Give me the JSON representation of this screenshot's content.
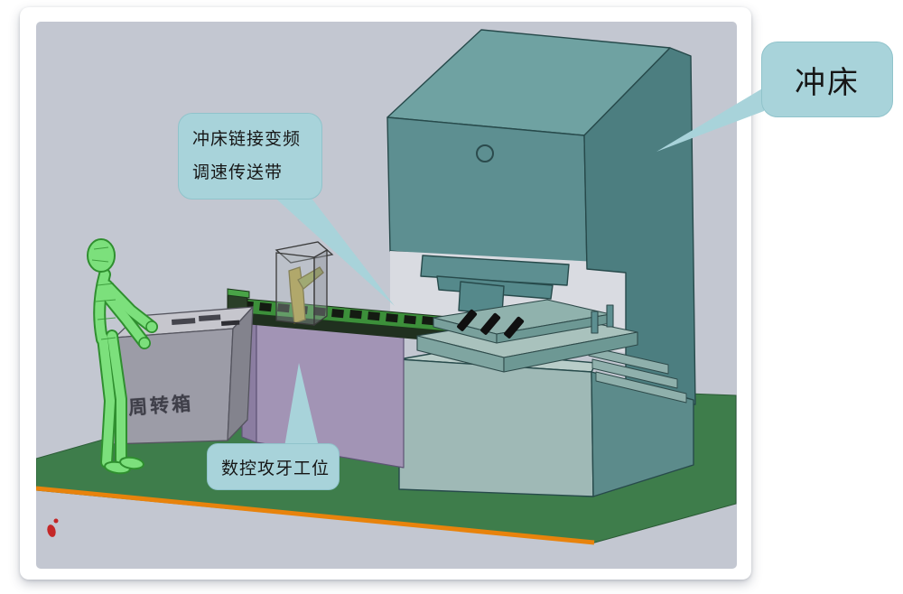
{
  "callouts": {
    "conveyor": {
      "line1": "冲床链接变频",
      "line2": "调速传送带"
    },
    "tapping": {
      "text": "数控攻牙工位"
    },
    "press": {
      "text": "冲床"
    }
  },
  "scene": {
    "turnover_box_label": "周转箱"
  },
  "colors": {
    "callout_bg": "#a8d3da",
    "viewport_gray": "#c3c7d1",
    "machine_teal_front": "#5d8f91",
    "machine_teal_side": "#4c7e80",
    "machine_teal_top": "#6fa2a2",
    "base_front": "#9fb9b6",
    "floor_green": "#3e7d4b",
    "floor_edge_orange": "#e8830c",
    "conveyor_green": "#3c8f3a",
    "tapping_station_purple": "#a294b5",
    "turnover_box_gray": "#9c9ca7",
    "mannequin_green": "#7ce07c",
    "watermark_red": "#c42727"
  }
}
